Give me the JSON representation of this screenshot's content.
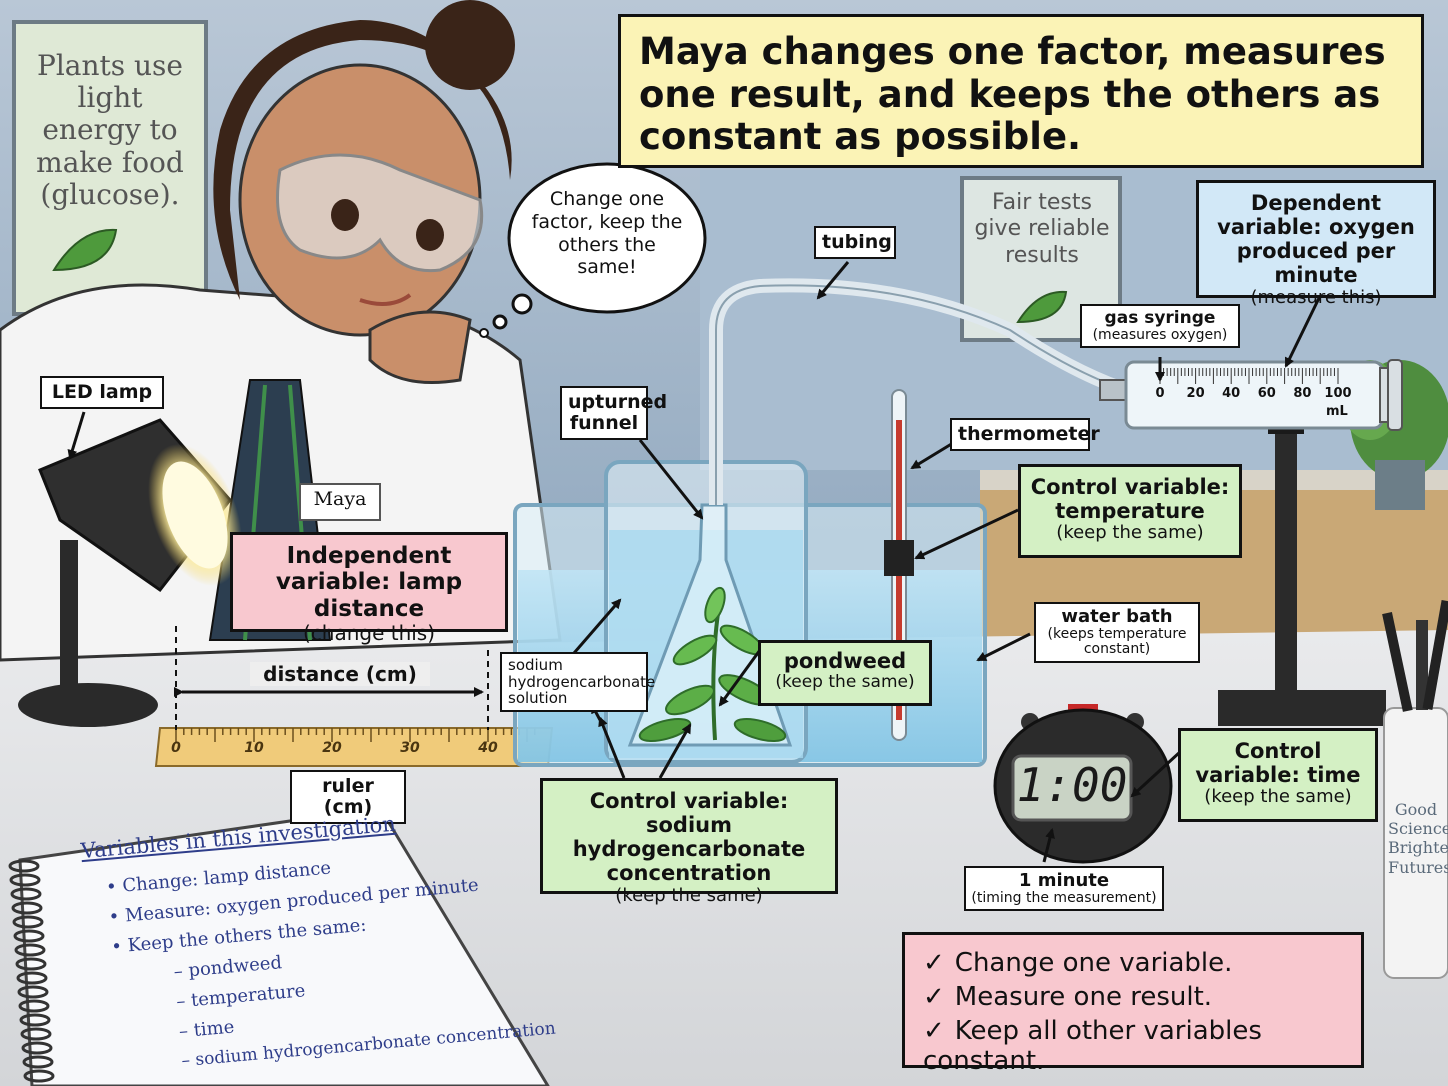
{
  "title": "Maya changes one factor, measures one result, and keeps the others as constant as possible.",
  "thought_bubble": "Change one factor, keep the others the same!",
  "name_badge": "Maya",
  "posters": {
    "left": "Plants use light energy to make food (glucose).",
    "middle": "Fair tests give reliable results"
  },
  "labels": {
    "led_lamp": "LED lamp",
    "tubing": "tubing",
    "upturned_funnel": "upturned funnel",
    "thermometer": "thermometer",
    "gas_syringe": "gas syringe",
    "gas_syringe_sub": "(measures oxygen)",
    "water_bath": "water bath",
    "water_bath_sub": "(keeps temperature constant)",
    "sodium_solution": "sodium hydrogencarbonate solution",
    "distance": "distance (cm)",
    "ruler": "ruler (cm)",
    "one_minute": "1 minute",
    "one_minute_sub": "(timing the measurement)"
  },
  "variables": {
    "independent": {
      "title": "Independent variable: lamp distance",
      "sub": "(change this)"
    },
    "dependent": {
      "title": "Dependent variable: oxygen produced per minute",
      "sub": "(measure this)"
    },
    "control_temperature": {
      "title": "Control variable: temperature",
      "sub": "(keep the same)"
    },
    "pondweed": {
      "title": "pondweed",
      "sub": "(keep the same)"
    },
    "control_concentration": {
      "title": "Control variable: sodium hydrogencarbonate concentration",
      "sub": "(keep the same)"
    },
    "control_time": {
      "title": "Control variable: time",
      "sub": "(keep the same)"
    }
  },
  "ruler_ticks": [
    "0",
    "10",
    "20",
    "30",
    "40"
  ],
  "syringe_ticks": [
    "0",
    "20",
    "40",
    "60",
    "80",
    "100"
  ],
  "syringe_unit": "mL",
  "stopwatch_display": "1:00",
  "notebook": {
    "heading": "Variables in this investigation",
    "lines": [
      "• Change: lamp distance",
      "• Measure: oxygen produced per minute",
      "• Keep the others the same:",
      "– pondweed",
      "– temperature",
      "– time",
      "– sodium hydrogencarbonate concentration"
    ]
  },
  "cup_text": "Good Science Brighter Futures",
  "checklist": [
    {
      "tick": "✓",
      "text": "Change one variable."
    },
    {
      "tick": "✓",
      "text": "Measure one result."
    },
    {
      "tick": "✓",
      "text": "Keep all other variables constant."
    }
  ],
  "colors": {
    "independent": "#f8c8cf",
    "control": "#d4f0c4",
    "dependent": "#d2e8f7",
    "title": "#fbf3b6",
    "water": "#9fd3ec"
  }
}
